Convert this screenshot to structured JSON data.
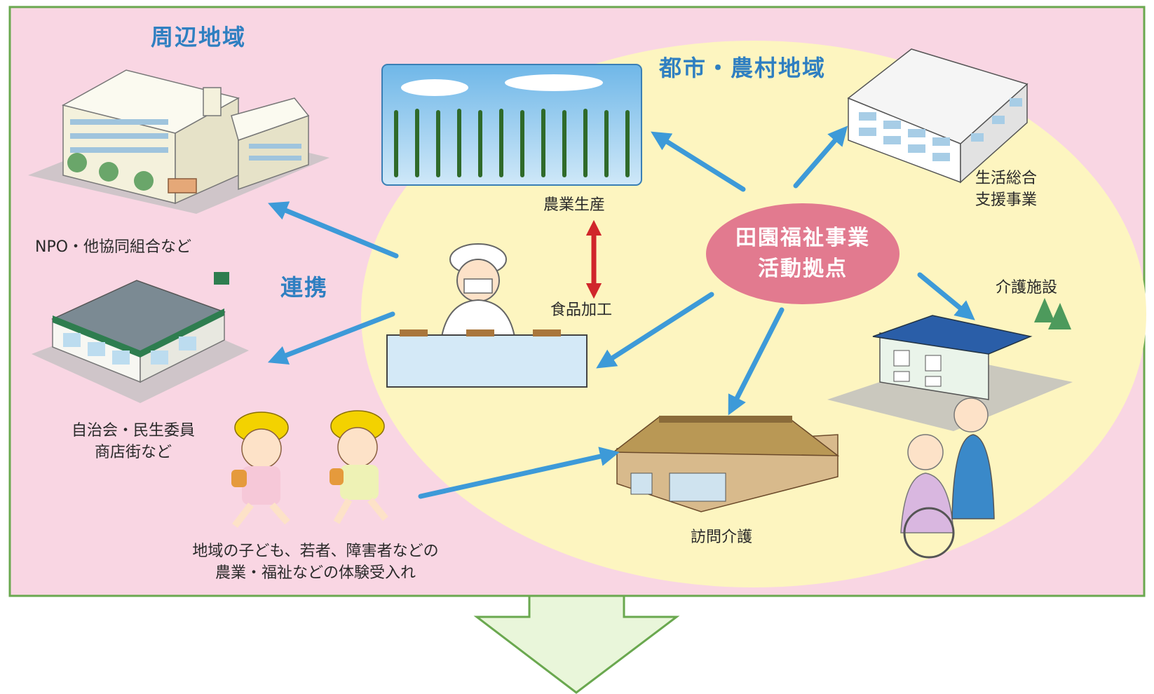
{
  "regions": {
    "surrounding": "周辺地域",
    "urban_rural": "都市・農村地域",
    "collaboration": "連携"
  },
  "hub": {
    "line1": "田園福祉事業",
    "line2": "活動拠点"
  },
  "labels": {
    "npo": "NPO・他協同組合など",
    "jichikai_1": "自治会・民生委員",
    "jichikai_2": "商店街など",
    "children_1": "地域の子ども、若者、障害者などの",
    "children_2": "農業・福祉などの体験受入れ",
    "agriculture": "農業生産",
    "food_processing": "食品加工",
    "life_support_1": "生活総合",
    "life_support_2": "支援事業",
    "care_facility": "介護施設",
    "home_care": "訪問介護"
  },
  "colors": {
    "outer_background": "#f9d6e3",
    "outer_border": "#6aa84f",
    "inner_ellipse": "#fdf5c0",
    "hub": "#e27a8f",
    "arrow_blue": "#3d9ad8",
    "arrow_red": "#d0262b",
    "region_text": "#2f7fc1",
    "down_arrow_fill": "#e9f6da",
    "down_arrow_stroke": "#6aa84f"
  }
}
